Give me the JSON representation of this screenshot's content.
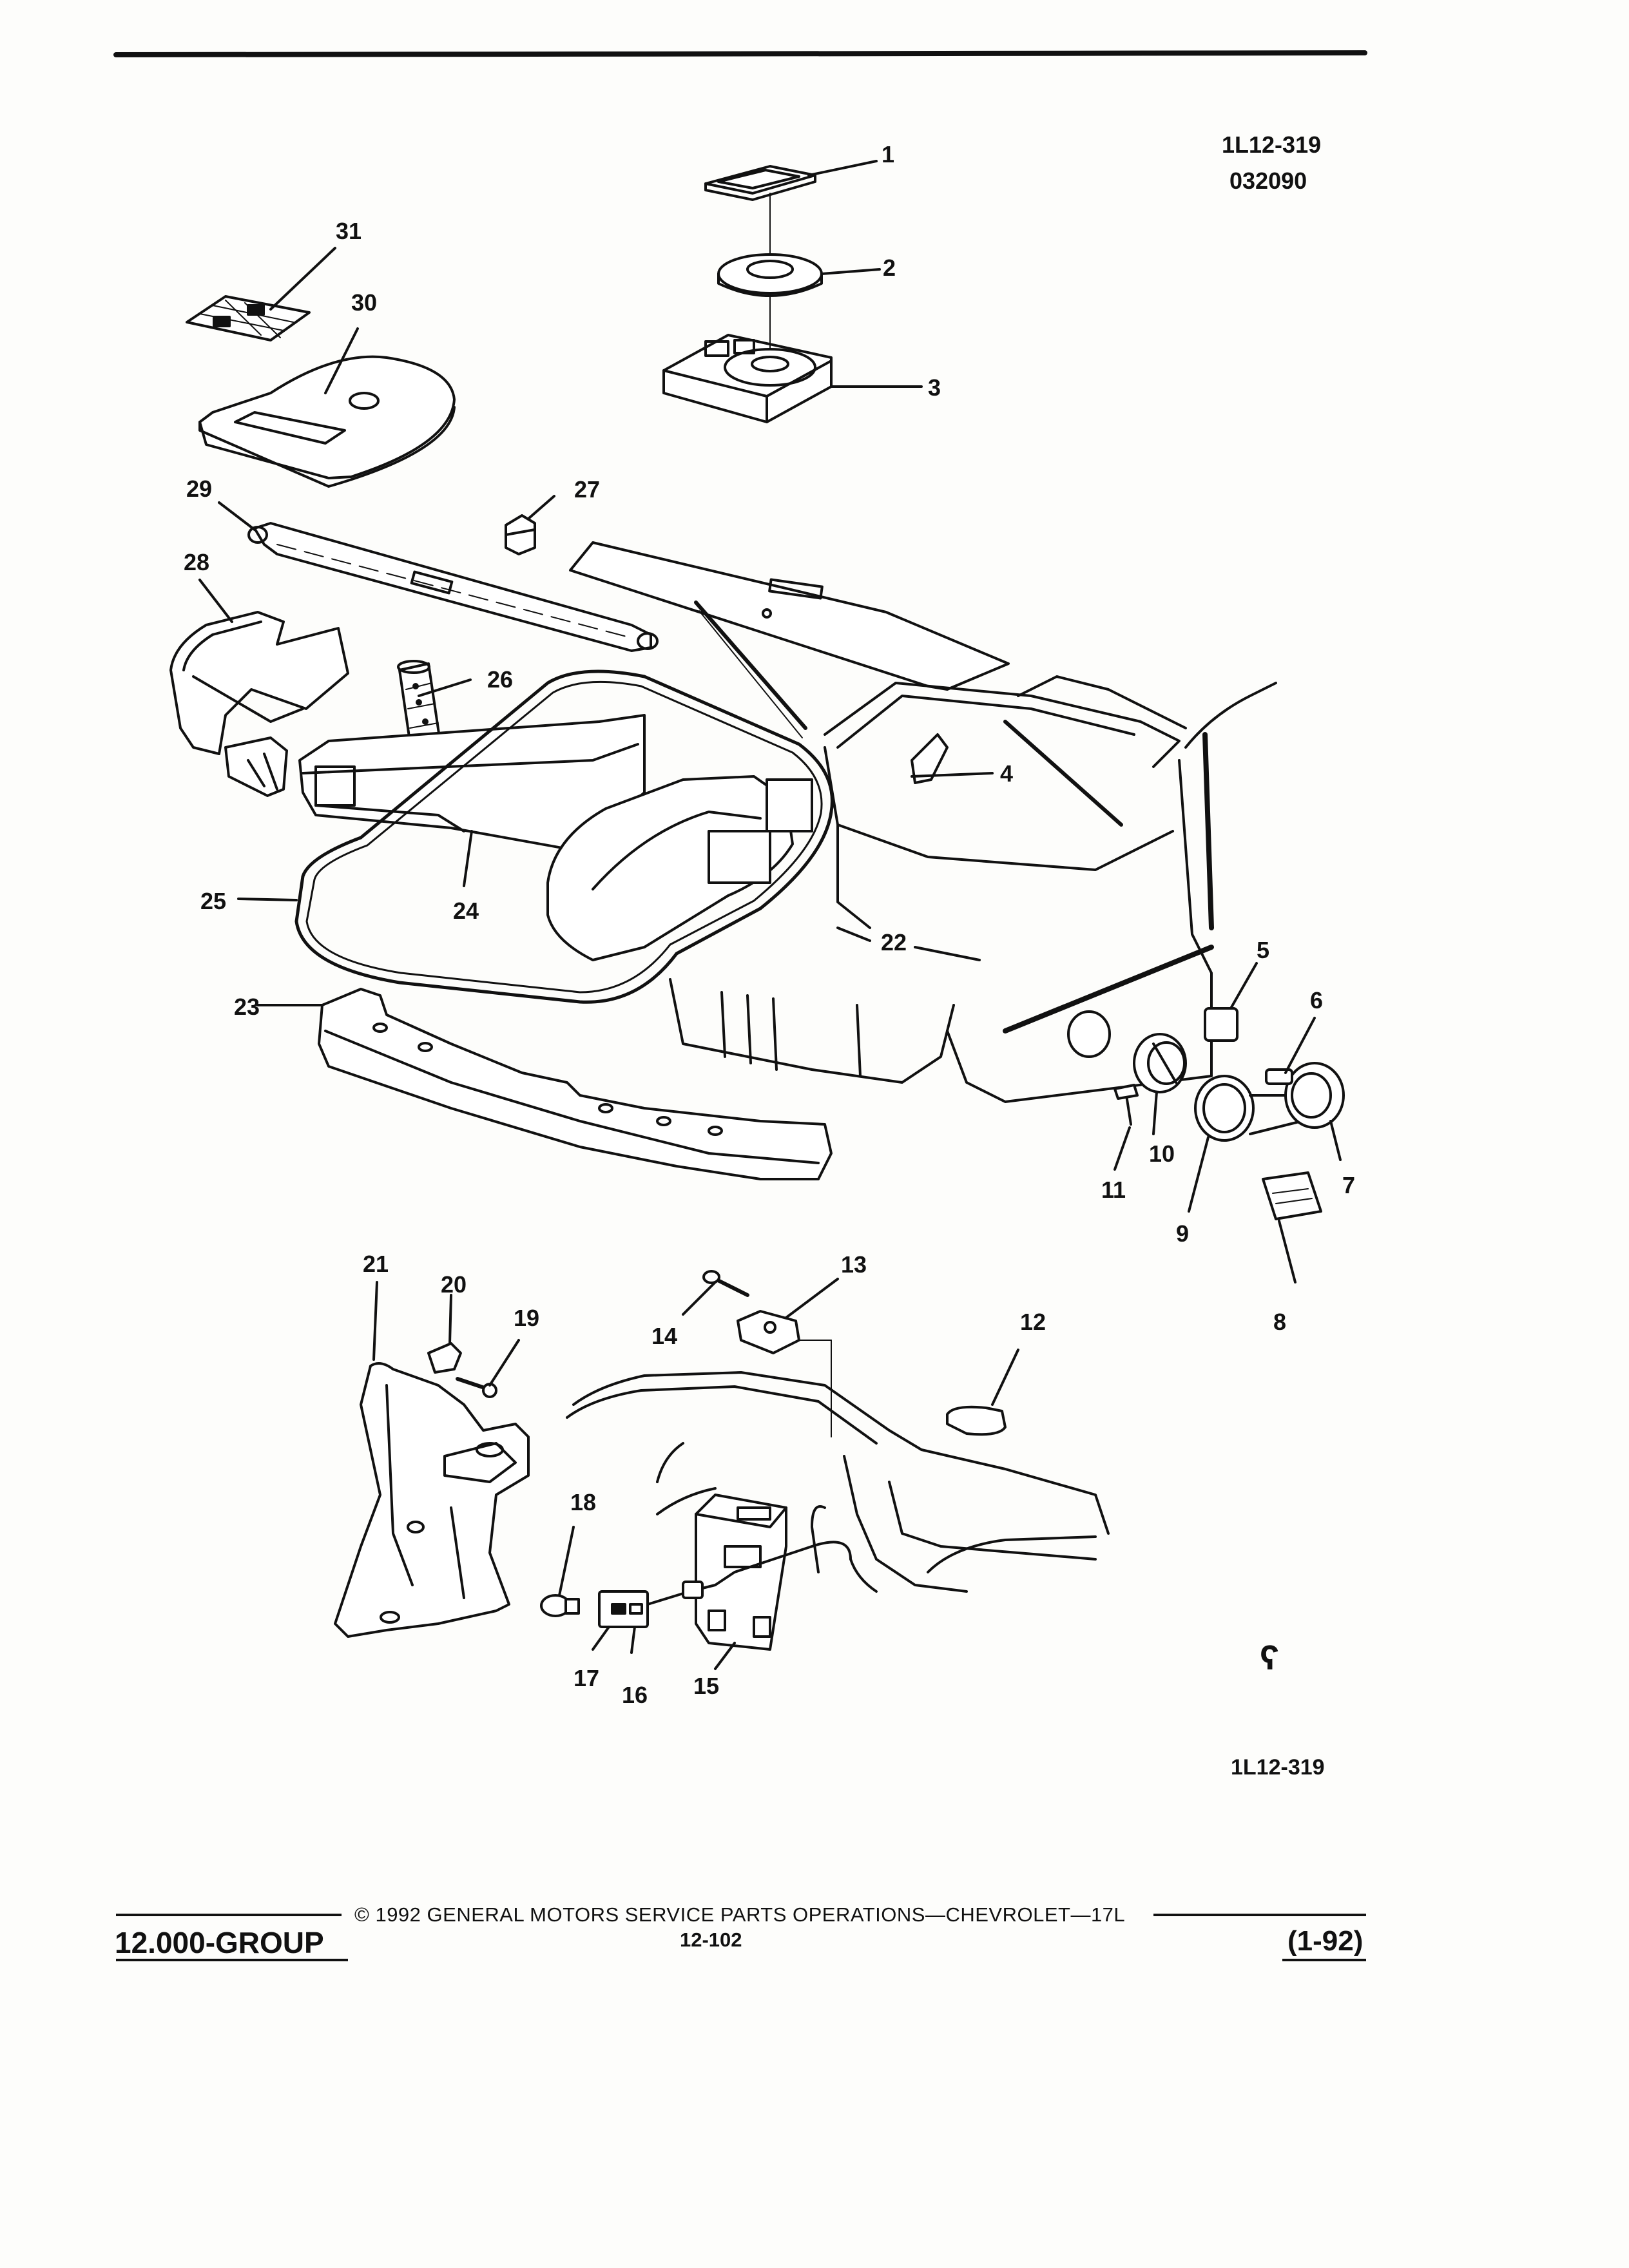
{
  "header": {
    "diagram_code": "1L12-319",
    "date_code": "032090"
  },
  "figure_code_bottom": "1L12-319",
  "callouts": [
    "1",
    "2",
    "3",
    "4",
    "5",
    "6",
    "7",
    "8",
    "9",
    "10",
    "11",
    "12",
    "13",
    "14",
    "15",
    "16",
    "17",
    "18",
    "19",
    "20",
    "21",
    "22",
    "23",
    "24",
    "25",
    "26",
    "27",
    "28",
    "29",
    "30",
    "31"
  ],
  "footer": {
    "group": "12.000-GROUP",
    "copyright": "© 1992 GENERAL MOTORS SERVICE PARTS OPERATIONS—CHEVROLET—17L",
    "page_number": "12-102",
    "revision": "(1-92)"
  },
  "colors": {
    "ink": "#111111",
    "paper": "#fdfdfb"
  }
}
